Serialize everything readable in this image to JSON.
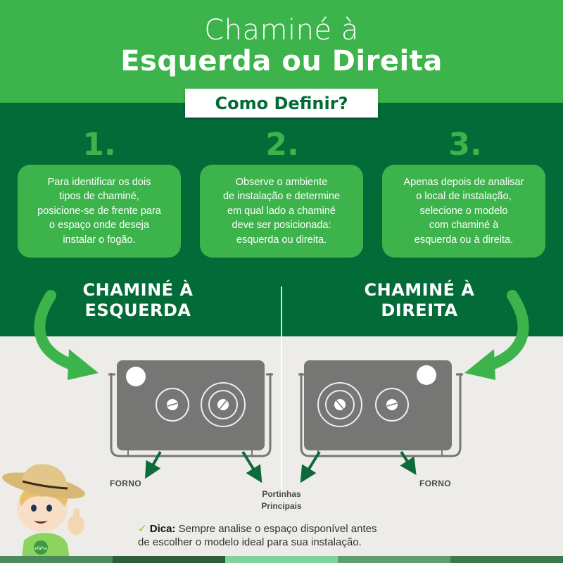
{
  "header": {
    "title_line1": "Chaminé à",
    "title_line2": "Esquerda ou Direita",
    "subtitle": "Como Definir?"
  },
  "steps": [
    {
      "number": "1.",
      "text": "Para identificar os dois\ntipos de chaminé,\nposicione-se de frente para\no espaço onde deseja\ninstalar o fogão."
    },
    {
      "number": "2.",
      "text": "Observe o ambiente\nde instalação e determine\nem qual lado a chaminé\ndeve ser posicionada:\nesquerda ou direita."
    },
    {
      "number": "3.",
      "text": "Apenas depois de analisar\no local de instalação,\nselecione o modelo\ncom  chaminé à\nesquerda ou à direita."
    }
  ],
  "left_option": {
    "title": "CHAMINÉ À\nESQUERDA",
    "label_oven": "FORNO"
  },
  "right_option": {
    "title": "CHAMINÉ À\nDIREITA",
    "label_oven": "FORNO"
  },
  "shared_label": "Portinhas\nPrincipais",
  "tip": {
    "check_icon": "✓",
    "label": "Dica:",
    "text": " Sempre analise o espaço disponível antes\nde escolher o modelo ideal para sua instalação."
  },
  "mascot": {
    "shirt_logo": "efafra"
  },
  "colors": {
    "light_green": "#3cb44b",
    "dark_green": "#036b37",
    "background": "#edece8",
    "stove_gray": "#767675",
    "arrow_dark": "#0e6a3a",
    "strip": [
      "#4a8a5b",
      "#2d5e3a",
      "#7fd39a",
      "#5f9e70",
      "#3b7a4c"
    ]
  }
}
